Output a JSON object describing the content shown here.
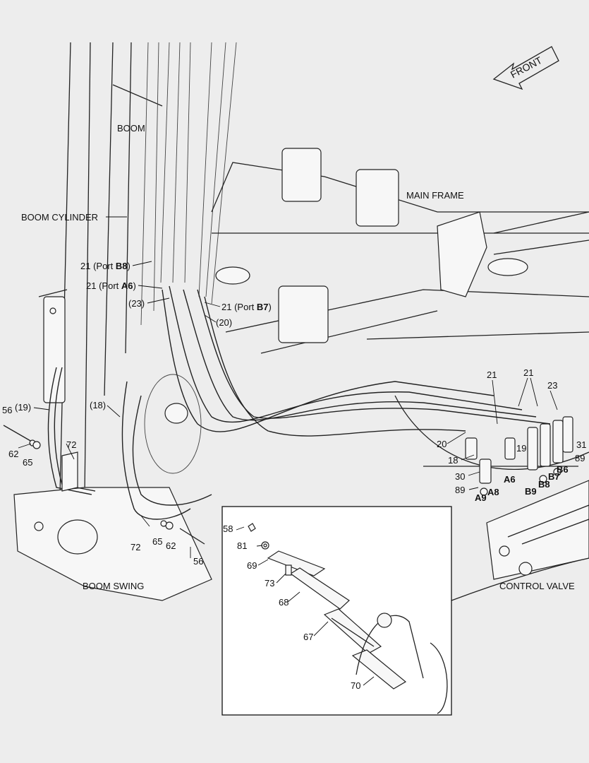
{
  "direction": {
    "front": "FRONT"
  },
  "areas": {
    "boom": "BOOM",
    "main_frame": "MAIN FRAME",
    "boom_cylinder": "BOOM CYLINDER",
    "boom_swing": "BOOM SWING",
    "control_valve": "CONTROL VALVE"
  },
  "port_labels": {
    "b8": {
      "num": "21",
      "pre": "(Port ",
      "port": "B8",
      "post": ")"
    },
    "a6": {
      "num": "21",
      "pre": "(Port ",
      "port": "A6",
      "post": ")"
    },
    "b7": {
      "num": "21",
      "pre": "(Port ",
      "port": "B7",
      "post": ")"
    }
  },
  "callouts": {
    "p23a": "(23)",
    "p20a": "(20)",
    "p19a": "(19)",
    "p18a": "(18)",
    "p56a": "56",
    "p62a": "62",
    "p65a": "65",
    "p72a": "72",
    "p72b": "72",
    "p65b": "65",
    "p62b": "62",
    "p56b": "56",
    "p21a": "21",
    "p21b": "21",
    "p23b": "23",
    "p31": "31",
    "p20b": "20",
    "p19b": "19",
    "p18b": "18",
    "p30": "30",
    "p89a": "89",
    "p89b": "89",
    "a6": "A6",
    "a8": "A8",
    "a9": "A9",
    "b6": "B6",
    "b7": "B7",
    "b8": "B8",
    "b9": "B9"
  },
  "detail": {
    "p58": "58",
    "p81": "81",
    "p69": "69",
    "p73": "73",
    "p68": "68",
    "p67": "67",
    "p70": "70"
  },
  "colors": {
    "background": "#ededed",
    "line": "#222222",
    "panel": "#ffffff"
  }
}
